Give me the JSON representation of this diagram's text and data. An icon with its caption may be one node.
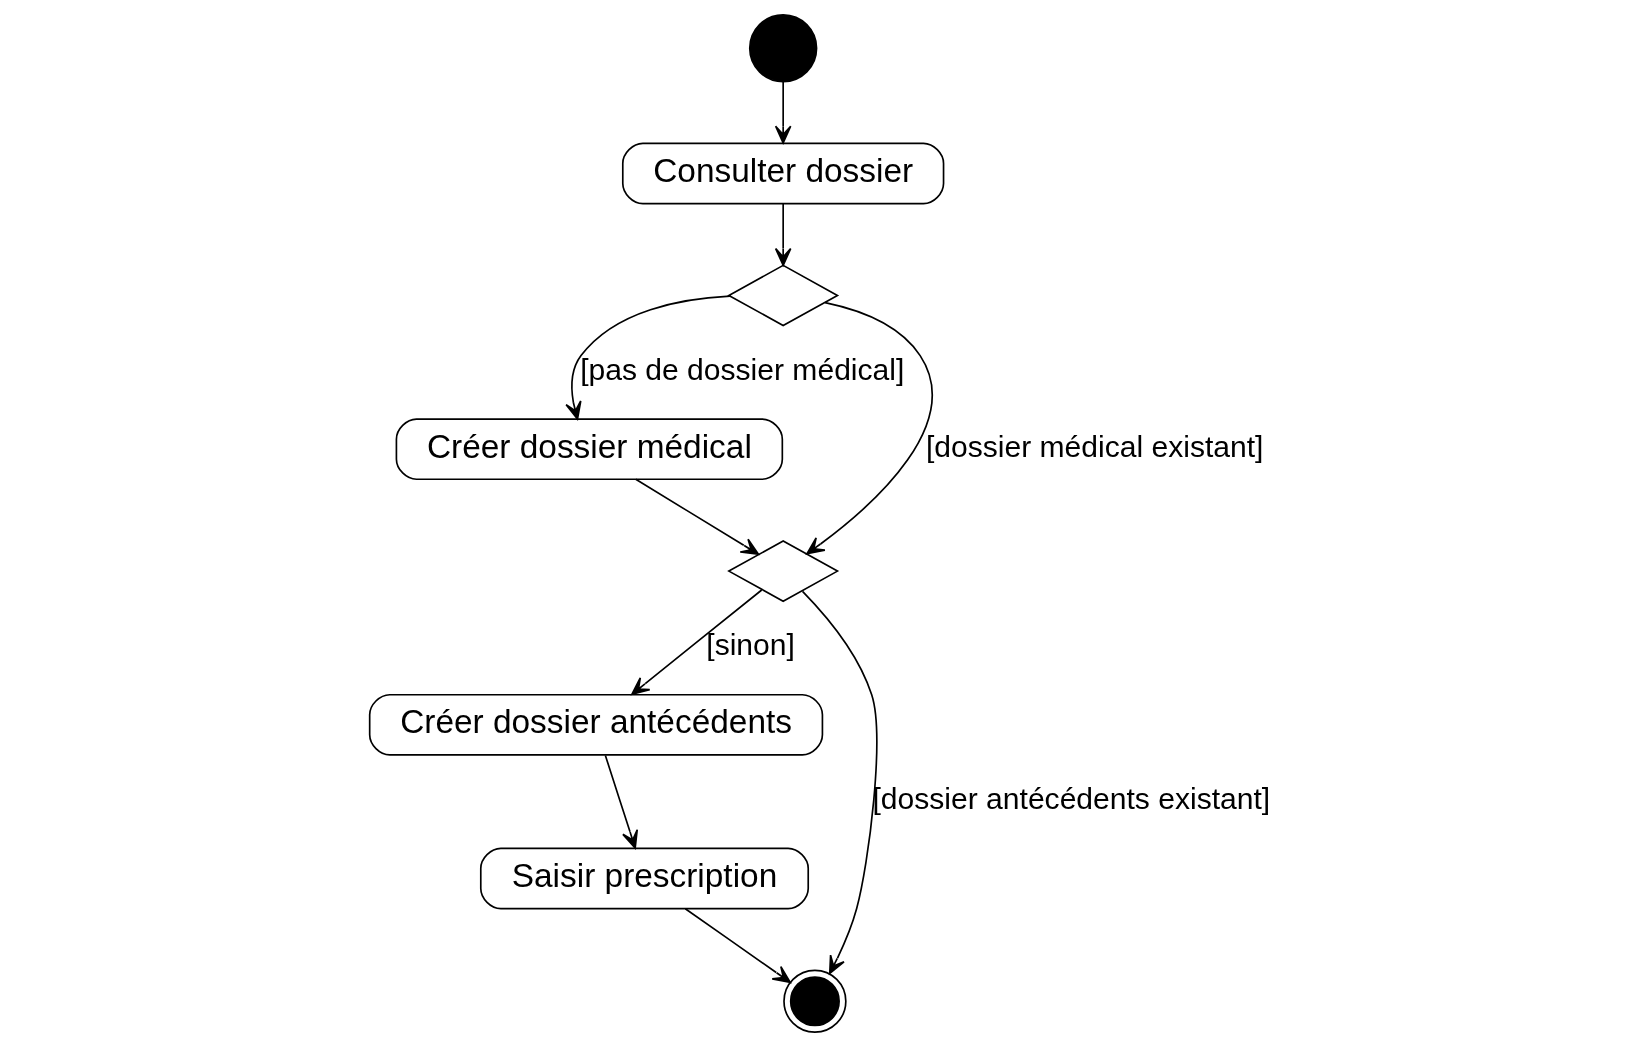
{
  "diagram": {
    "nodes": [
      {
        "text": [],
        "shape": "circle"
      },
      {
        "text": [
          "Consulter dossier"
        ]
      },
      {
        "text": [],
        "shape": "diamond"
      },
      {
        "text": [
          "Créer dossier médical"
        ]
      },
      {
        "text": [],
        "shape": "diamond"
      },
      {
        "text": [
          "Créer dossier antécédents"
        ]
      },
      {
        "text": [
          "Saisir prescription"
        ]
      },
      {
        "text": [],
        "shape": "bullseye"
      }
    ],
    "edges": [
      {
        "from": 0,
        "to": 1,
        "arrow": "to"
      },
      {
        "from": 1,
        "to": 2,
        "arrow": "to"
      },
      {
        "from": 2,
        "to": 3,
        "arrow": "to",
        "label": "[pas de dossier médical]"
      },
      {
        "from": 2,
        "to": 4,
        "arrow": "to",
        "label": "[dossier médical existant]"
      },
      {
        "from": 3,
        "to": 4,
        "arrow": "to"
      },
      {
        "from": 4,
        "to": 5,
        "arrow": "to",
        "label": "[sinon]"
      },
      {
        "from": 4,
        "to": 7,
        "arrow": "to",
        "label": "[dossier antécédents existant]"
      },
      {
        "from": 5,
        "to": 6,
        "arrow": "to"
      },
      {
        "from": 6,
        "to": 7,
        "arrow": "to"
      }
    ]
  }
}
